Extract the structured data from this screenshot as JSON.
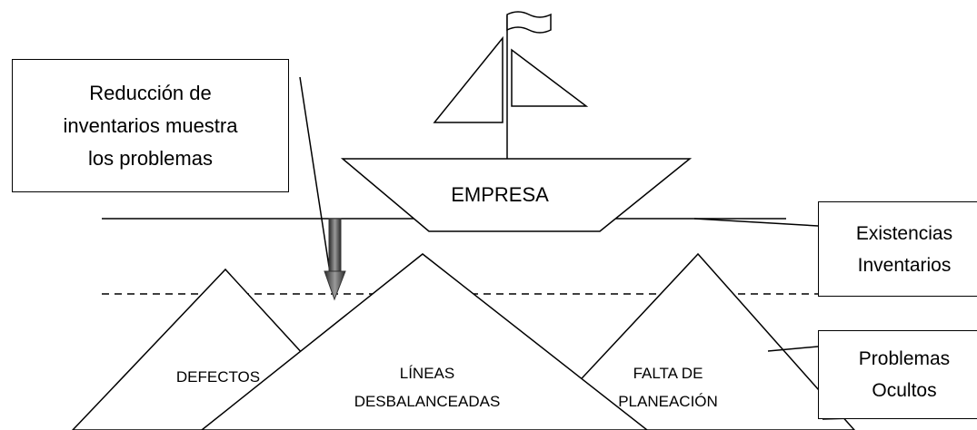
{
  "callout": {
    "text": "Reducción de\ninventarios muestra\nlos problemas"
  },
  "boat": {
    "label": "EMPRESA"
  },
  "mountains": {
    "defectos": "DEFECTOS",
    "lineas": "LÍNEAS\nDESBALANCEADAS",
    "falta": "FALTA DE\nPLANEACIÓN"
  },
  "legend": {
    "existencias": "Existencias\nInventarios",
    "problemas": "Problemas\nOcultos"
  },
  "colors": {
    "stroke": "#000000",
    "arrow": "#595959"
  }
}
